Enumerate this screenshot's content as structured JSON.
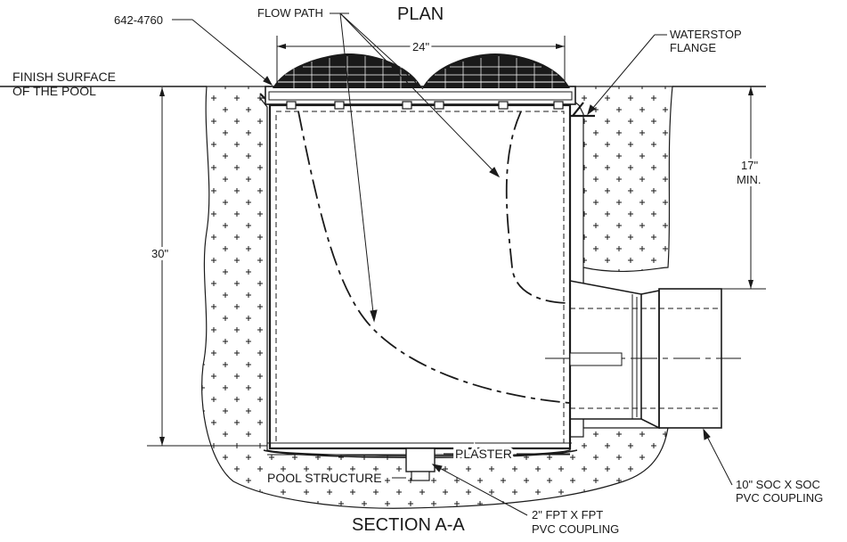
{
  "labels": {
    "plan": "PLAN",
    "section": "SECTION A-A",
    "part_number": "642-4760",
    "flow_path": "FLOW PATH",
    "waterstop_line1": "WATERSTOP",
    "waterstop_line2": "FLANGE",
    "finish_line1": "FINISH SURFACE",
    "finish_line2": "OF THE POOL",
    "width_dim": "24\"",
    "height_dim": "30\"",
    "min_dim_line1": "17\"",
    "min_dim_line2": "MIN.",
    "plaster": "PLASTER",
    "pool_structure": "POOL STRUCTURE",
    "coupling_small_line1": "2\" FPT X FPT",
    "coupling_small_line2": "PVC COUPLING",
    "coupling_large_line1": "10\" SOC X SOC",
    "coupling_large_line2": "PVC COUPLING"
  }
}
